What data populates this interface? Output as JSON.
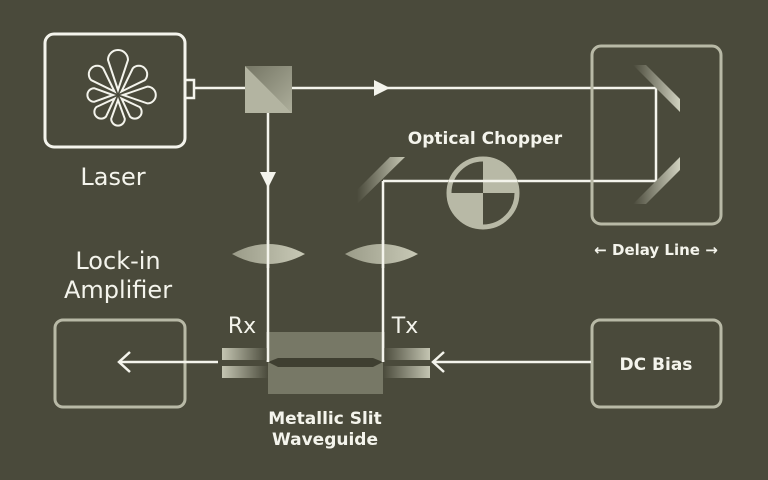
{
  "labels": {
    "laser": "Laser",
    "lockin_line1": "Lock-in",
    "lockin_line2": "Amplifier",
    "rx": "Rx",
    "tx": "Tx",
    "optical_chopper": "Optical Chopper",
    "delay_line": "Delay Line",
    "dc_bias": "DC Bias",
    "waveguide_line1": "Metallic Slit",
    "waveguide_line2": "Waveguide"
  },
  "colors": {
    "background": "#4a4a3b",
    "beam": "#f4f4ec",
    "component": "#b8b9a6"
  }
}
